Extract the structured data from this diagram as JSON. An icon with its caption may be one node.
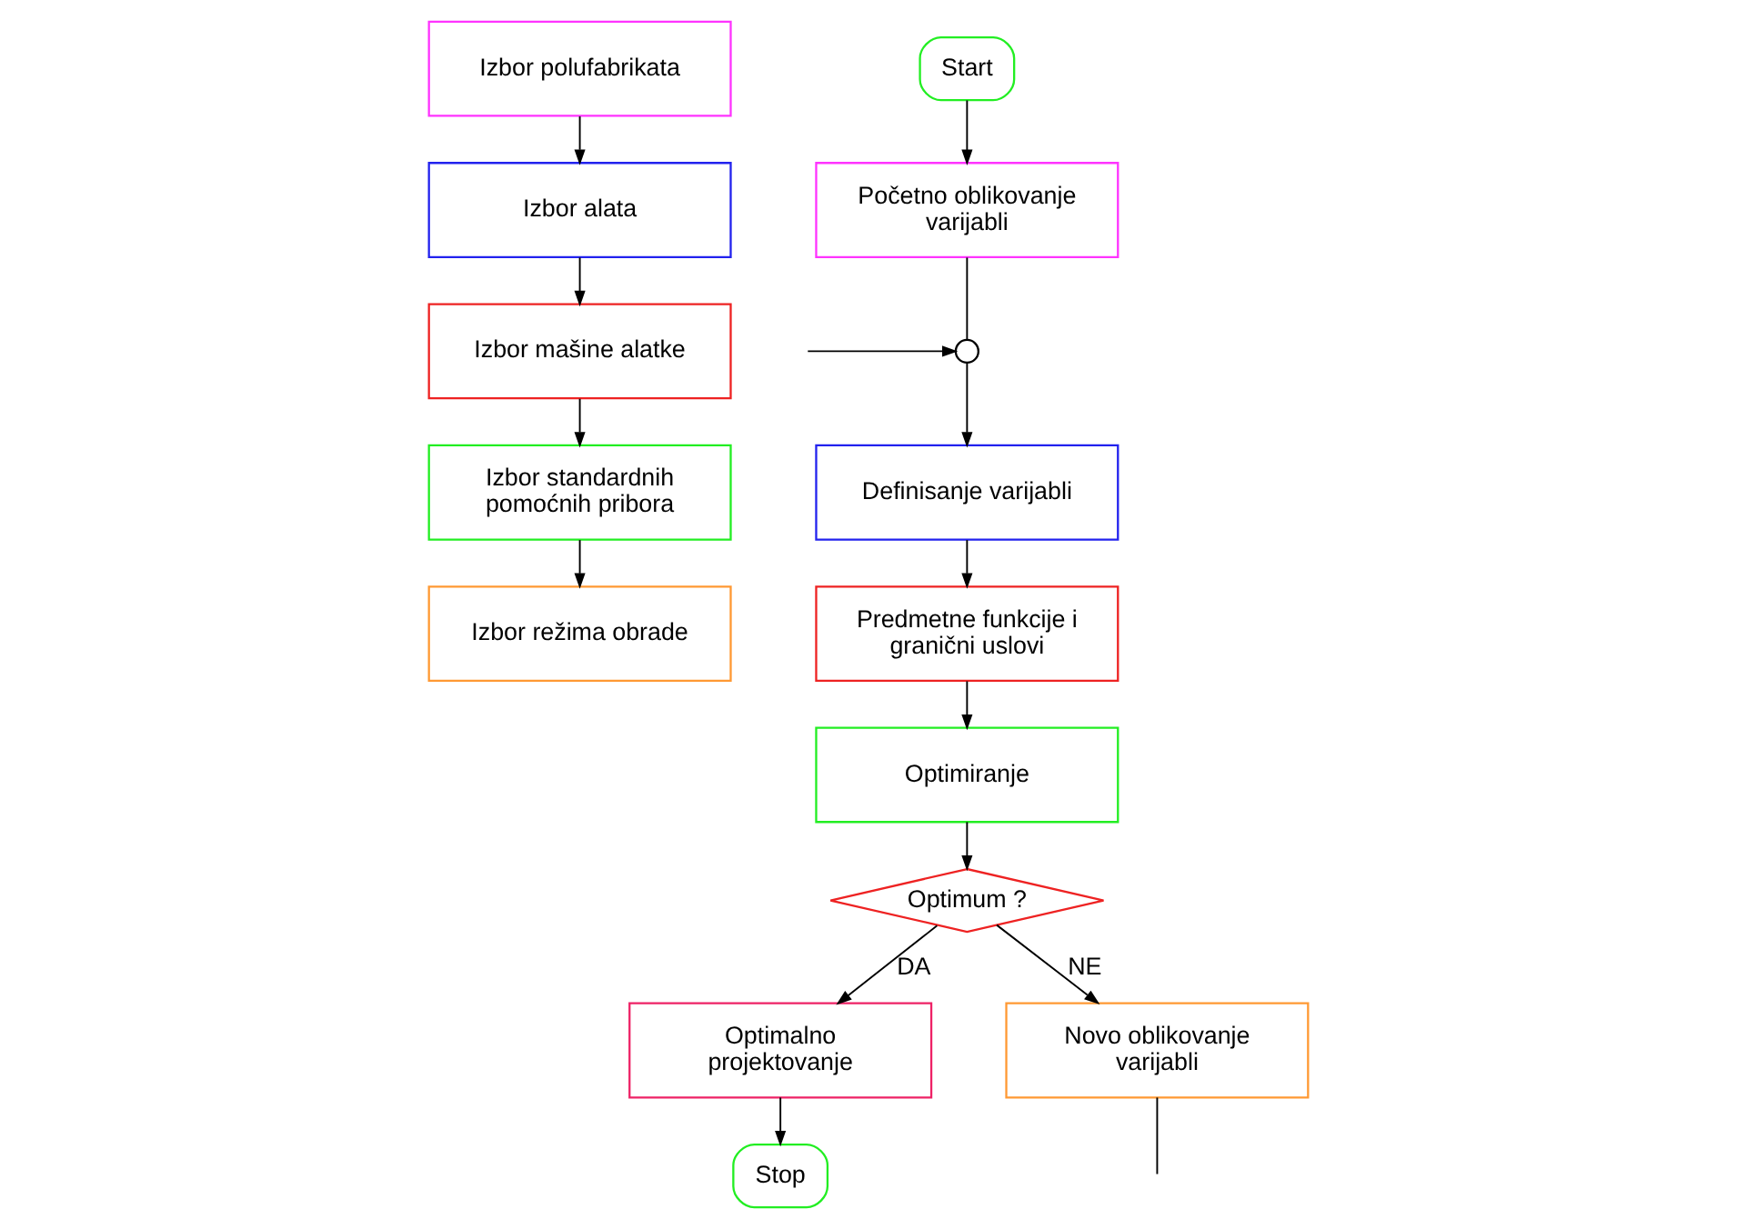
{
  "diagram": {
    "nodes": [
      {
        "text": [
          "Izbor polufabrikata"
        ]
      },
      {
        "text": [
          "Izbor alata"
        ]
      },
      {
        "text": [
          "Izbor mašine alatke"
        ]
      },
      {
        "text": [
          "Izbor standardnih pomoćnih pribora"
        ]
      },
      {
        "text": [
          "Izbor režima obrade"
        ]
      },
      {
        "text": [
          "Start"
        ]
      },
      {
        "text": [
          "Početno oblikovanje varijabli"
        ]
      },
      {
        "text": [],
        "shape": "circle"
      },
      {
        "text": [
          "Definisanje varijabli"
        ]
      },
      {
        "text": [
          "Predmetne funkcije i granični uslovi"
        ]
      },
      {
        "text": [
          "Optimiranje"
        ]
      },
      {
        "text": [
          "Optimum ?"
        ]
      },
      {
        "text": [
          "Optimalno projektovanje"
        ]
      },
      {
        "text": [
          "Stop"
        ]
      },
      {
        "text": [
          "Novo oblikovanje varijabli"
        ]
      }
    ],
    "edges": [
      {
        "from": 0,
        "to": 1,
        "arrow": "to"
      },
      {
        "from": 1,
        "to": 2,
        "arrow": "to"
      },
      {
        "from": 2,
        "to": 3,
        "arrow": "to"
      },
      {
        "from": 3,
        "to": 4,
        "arrow": "to"
      },
      {
        "from": 5,
        "to": 6,
        "arrow": "to"
      },
      {
        "from": 6,
        "to": 7,
        "arrow": "none"
      },
      {
        "from": null,
        "to": 7,
        "arrow": "to"
      },
      {
        "from": 7,
        "to": 8,
        "arrow": "to"
      },
      {
        "from": 8,
        "to": 9,
        "arrow": "to"
      },
      {
        "from": 9,
        "to": 10,
        "arrow": "to"
      },
      {
        "from": 10,
        "to": 11,
        "arrow": "to"
      },
      {
        "from": 11,
        "to": 12,
        "label": "DA",
        "arrow": "to"
      },
      {
        "from": 12,
        "to": 13,
        "arrow": "to"
      },
      {
        "from": 11,
        "to": 14,
        "label": "NE",
        "arrow": "to"
      },
      {
        "from": 14,
        "to": null,
        "arrow": "none"
      }
    ]
  }
}
